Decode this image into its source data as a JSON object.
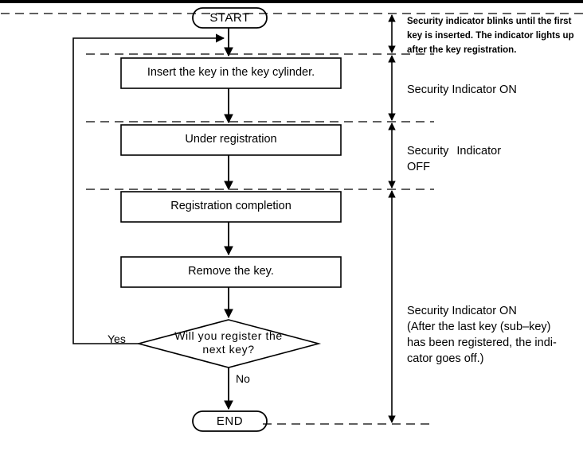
{
  "diagram": {
    "title": "Key registration flowchart",
    "stroke_color": "#000000",
    "background_color": "#ffffff",
    "nodes": [
      {
        "id": "start",
        "type": "terminator",
        "label": "START"
      },
      {
        "id": "insert_key",
        "type": "process",
        "label": "Insert the key in the key cylinder."
      },
      {
        "id": "under_reg",
        "type": "process",
        "label": "Under registration"
      },
      {
        "id": "reg_complete",
        "type": "process",
        "label": "Registration completion"
      },
      {
        "id": "remove_key",
        "type": "process",
        "label": "Remove the key."
      },
      {
        "id": "decision",
        "type": "decision",
        "label": "Will you register the\nnext key?"
      },
      {
        "id": "end",
        "type": "terminator",
        "label": "END"
      }
    ],
    "branches": {
      "yes_label": "Yes",
      "no_label": "No"
    }
  },
  "annotations": [
    {
      "id": "ann-blink",
      "text": "Security indicator blinks until the first\nkey is inserted. The indicator lights up\nafter the key registration."
    },
    {
      "id": "ann-on-1",
      "text": "Security Indicator ON"
    },
    {
      "id": "ann-off",
      "text": "Security    Indicator\nOFF"
    },
    {
      "id": "ann-on-2",
      "text": "Security Indicator ON\n(After the last key (sub–key)\nhas been registered, the indi-\ncator goes off.)"
    }
  ]
}
